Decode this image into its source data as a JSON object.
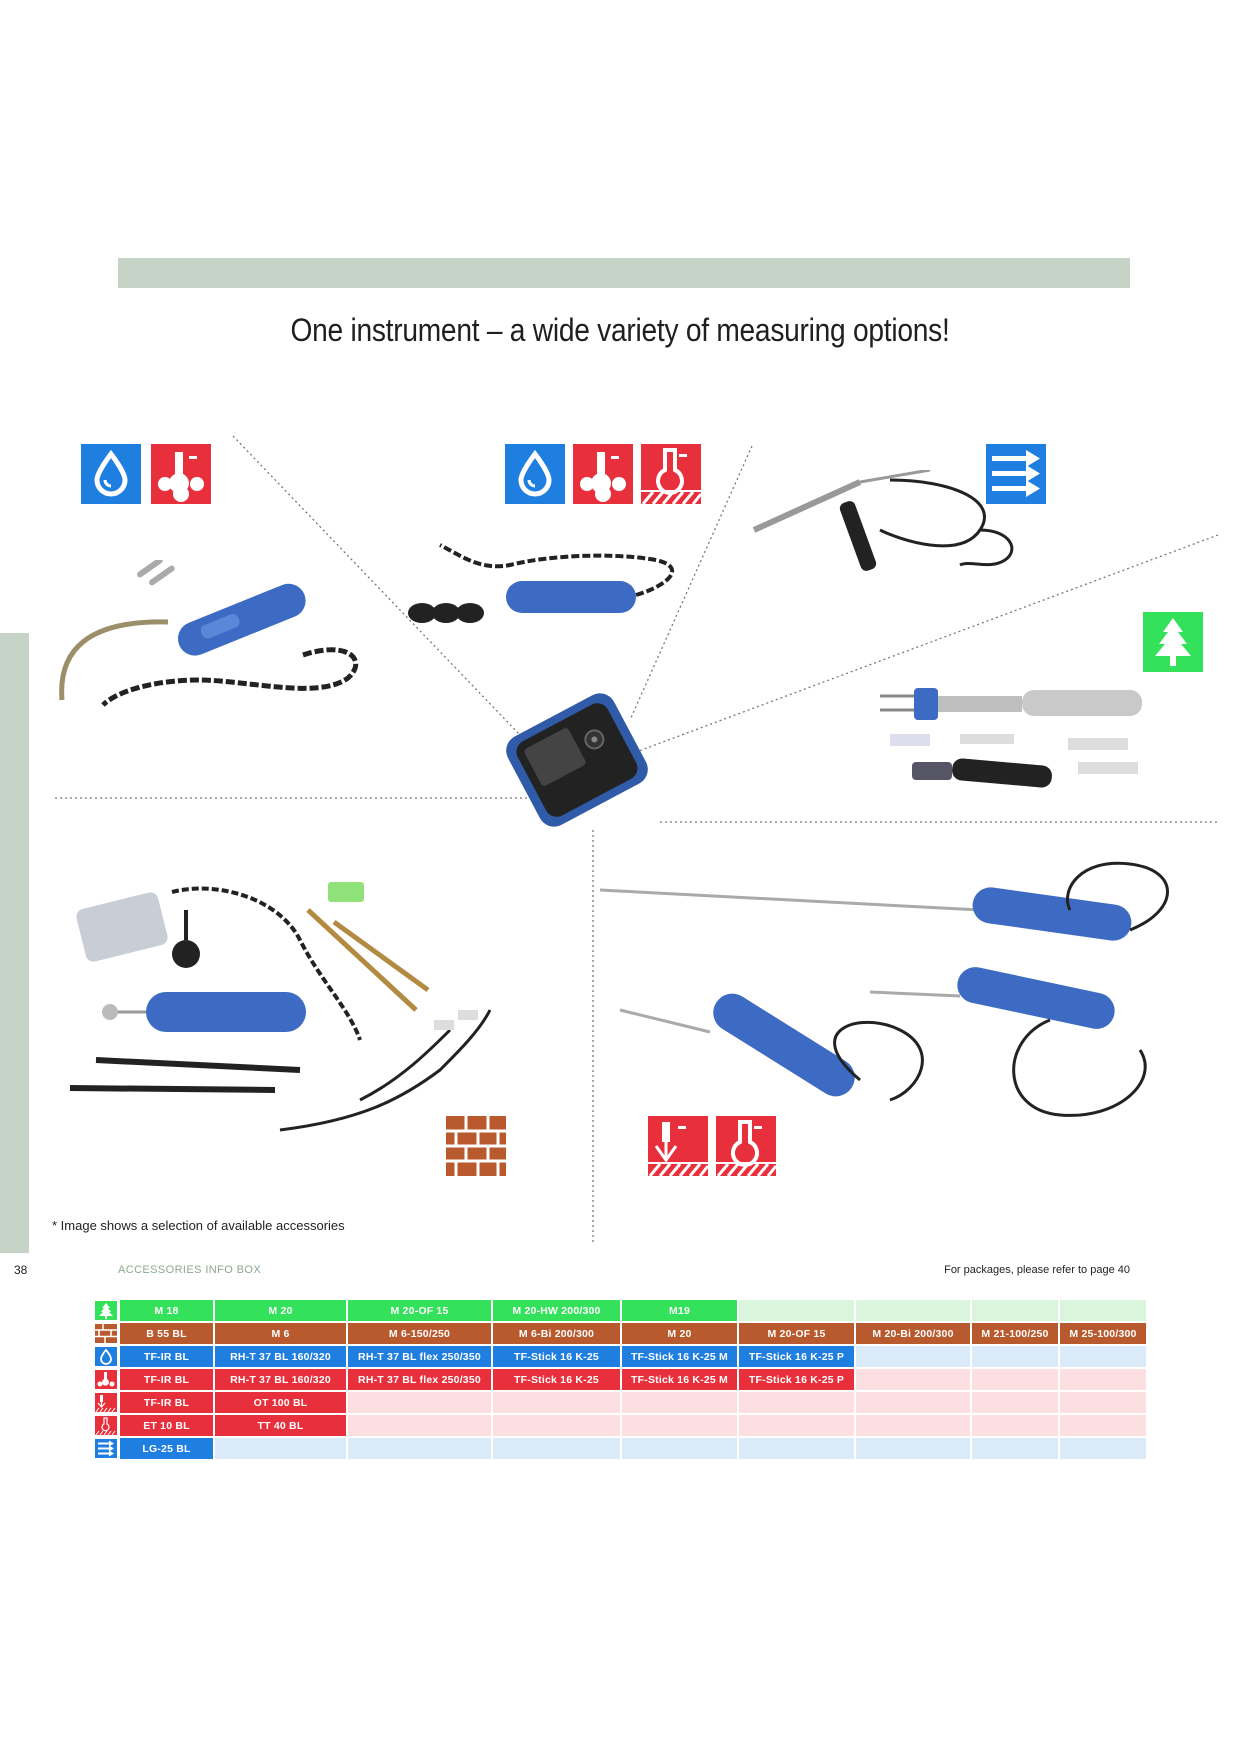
{
  "page_title": "One instrument – a wide variety of measuring options!",
  "footnote": "* Image shows a selection of available accessories",
  "page_number": "38",
  "info_box_label": "ACCESSORIES INFO BOX",
  "packages_note": "For packages, please refer to page 40",
  "colors": {
    "wood": "#33e15a",
    "building": "#b85a2d",
    "humidity": "#1f7fe0",
    "temperature": "#e8303c",
    "band": "#c5d4c6"
  },
  "table": {
    "rows": [
      {
        "icon": "tree-icon",
        "style": "wood",
        "cells": [
          "M 18",
          "M 20",
          "M 20-OF 15",
          "M 20-HW 200/300",
          "M19",
          "",
          "",
          "",
          ""
        ]
      },
      {
        "icon": "brick-icon",
        "style": "brick",
        "cells": [
          "B 55 BL",
          "M 6",
          "M 6-150/250",
          "M 6-Bi 200/300",
          "M 20",
          "M 20-OF 15",
          "M 20-Bi 200/300",
          "M 21-100/250",
          "M 25-100/300"
        ]
      },
      {
        "icon": "water-drop-icon",
        "style": "hum",
        "cells": [
          "TF-IR BL",
          "RH-T 37 BL 160/320",
          "RH-T 37 BL flex 250/350",
          "TF-Stick 16 K-25",
          "TF-Stick 16 K-25 M",
          "TF-Stick 16 K-25 P",
          "",
          "",
          ""
        ]
      },
      {
        "icon": "air-temperature-icon",
        "style": "red",
        "cells": [
          "TF-IR BL",
          "RH-T 37 BL 160/320",
          "RH-T 37 BL flex 250/350",
          "TF-Stick 16 K-25",
          "TF-Stick 16 K-25 M",
          "TF-Stick 16 K-25 P",
          "",
          "",
          ""
        ]
      },
      {
        "icon": "infrared-temperature-icon",
        "style": "red",
        "cells": [
          "TF-IR BL",
          "OT 100 BL",
          "",
          "",
          "",
          "",
          "",
          "",
          ""
        ]
      },
      {
        "icon": "surface-temperature-icon",
        "style": "red",
        "cells": [
          "ET 10 BL",
          "TT 40 BL",
          "",
          "",
          "",
          "",
          "",
          "",
          ""
        ]
      },
      {
        "icon": "air-flow-icon",
        "style": "flow",
        "cells": [
          "LG-25 BL",
          "",
          "",
          "",
          "",
          "",
          "",
          "",
          ""
        ]
      }
    ]
  }
}
